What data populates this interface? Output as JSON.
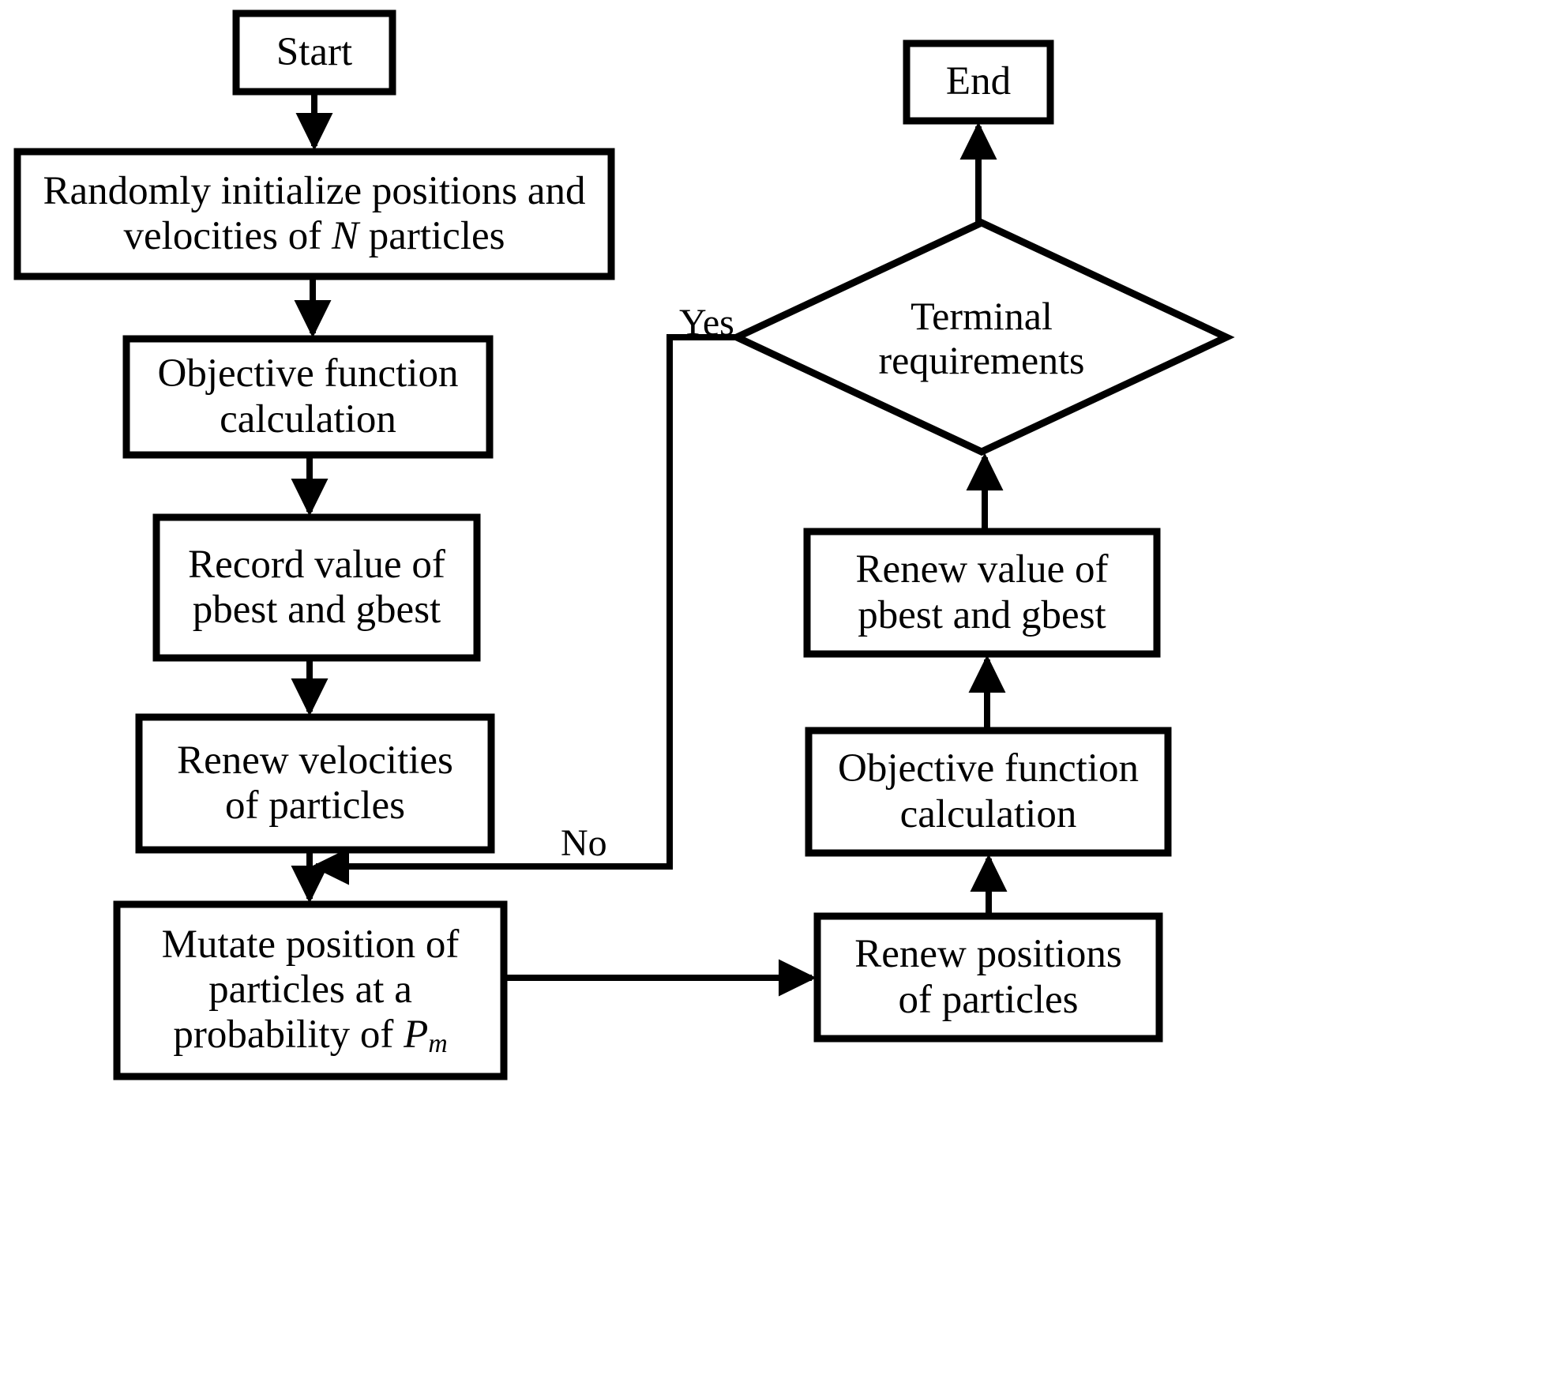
{
  "diagram": {
    "title": "PSO with mutation flowchart",
    "colors": {
      "stroke": "#000000",
      "fill": "#ffffff",
      "text": "#000000"
    },
    "nodes": {
      "start": {
        "label": "Start",
        "shape": "rect"
      },
      "init": {
        "line1": "Randomly initialize positions and",
        "line2_pre": "velocities of ",
        "line2_var": "N",
        "line2_post": " particles",
        "shape": "rect"
      },
      "objective1": {
        "line1": "Objective function",
        "line2": "calculation",
        "shape": "rect"
      },
      "record": {
        "line1": "Record value of",
        "line2": "pbest and gbest",
        "shape": "rect"
      },
      "renew_vel": {
        "line1": "Renew velocities",
        "line2": "of particles",
        "shape": "rect"
      },
      "mutate": {
        "line1": "Mutate position of",
        "line2": "particles at a",
        "line3_pre": "probability of ",
        "line3_var": "P",
        "line3_sub": "m",
        "shape": "rect"
      },
      "renew_pos": {
        "line1": "Renew positions",
        "line2": "of particles",
        "shape": "rect"
      },
      "objective2": {
        "line1": "Objective function",
        "line2": "calculation",
        "shape": "rect"
      },
      "renew_best": {
        "line1": "Renew value of",
        "line2": "pbest and gbest",
        "shape": "rect"
      },
      "terminal": {
        "line1": "Terminal",
        "line2": "requirements",
        "shape": "diamond"
      },
      "end": {
        "label": "End",
        "shape": "rect"
      }
    },
    "edge_labels": {
      "yes": "Yes",
      "no": "No"
    },
    "edges": [
      {
        "from": "start",
        "to": "init",
        "label": ""
      },
      {
        "from": "init",
        "to": "objective1",
        "label": ""
      },
      {
        "from": "objective1",
        "to": "record",
        "label": ""
      },
      {
        "from": "record",
        "to": "renew_vel",
        "label": ""
      },
      {
        "from": "renew_vel",
        "to": "mutate",
        "label": ""
      },
      {
        "from": "mutate",
        "to": "renew_pos",
        "label": ""
      },
      {
        "from": "renew_pos",
        "to": "objective2",
        "label": ""
      },
      {
        "from": "objective2",
        "to": "renew_best",
        "label": ""
      },
      {
        "from": "renew_best",
        "to": "terminal",
        "label": ""
      },
      {
        "from": "terminal",
        "to": "end",
        "label": "Yes"
      },
      {
        "from": "terminal",
        "to": "renew_vel",
        "label": "No"
      }
    ]
  }
}
